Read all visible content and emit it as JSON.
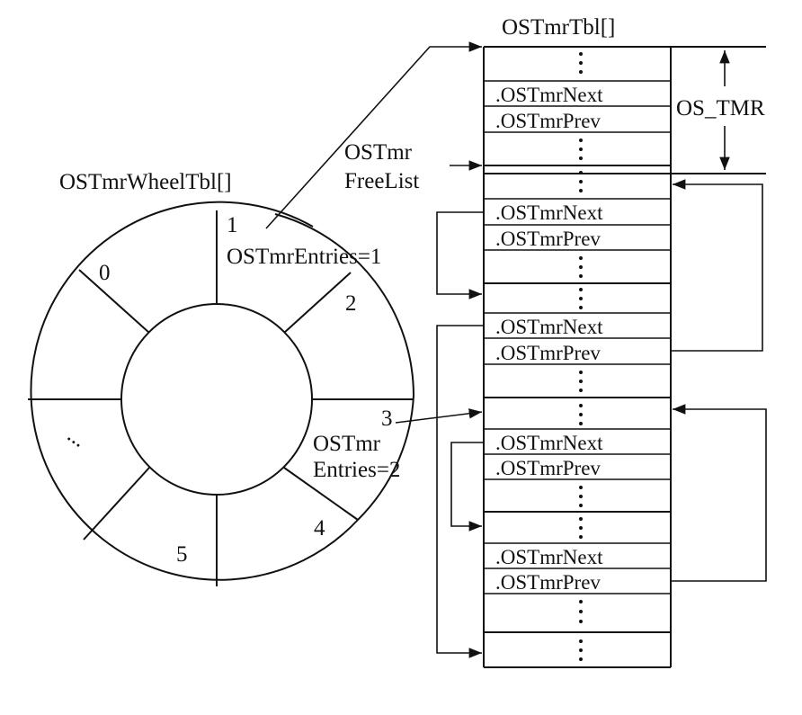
{
  "titles": {
    "table": "OSTmrTbl[]",
    "wheel": "OSTmrWheelTbl[]",
    "os_tmr": "OS_TMR",
    "freelist_line1": "OSTmr",
    "freelist_line2": "FreeList"
  },
  "wheel": {
    "slot_labels": {
      "s0": "0",
      "s1": "1",
      "s2": "2",
      "s3": "3",
      "s4": "4",
      "s5": "5",
      "ellipsis": "..."
    },
    "entries_slot1": "OSTmrEntries=1",
    "entries_slot3_line1": "OSTmr",
    "entries_slot3_line2": "Entries=2"
  },
  "fields": {
    "next": ".OSTmrNext",
    "prev": ".OSTmrPrev"
  }
}
